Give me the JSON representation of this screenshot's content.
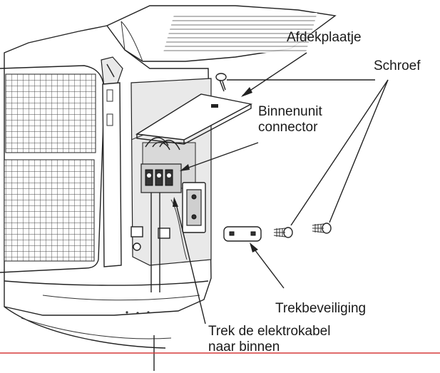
{
  "labels": {
    "cover_plate": "Afdekplaatje",
    "screw": "Schroef",
    "indoor_connector_line1": "Binnenunit",
    "indoor_connector_line2": "connector",
    "strain_relief": "Trekbeveiliging",
    "pull_cable_line1": "Trek de elektrokabel",
    "pull_cable_line2": "naar binnen"
  },
  "colors": {
    "line": "#222222",
    "fill_light": "#e9e9e9",
    "fill_mid": "#cfcfcf",
    "baseline": "#d63a3a",
    "text": "#1a1a1a"
  }
}
